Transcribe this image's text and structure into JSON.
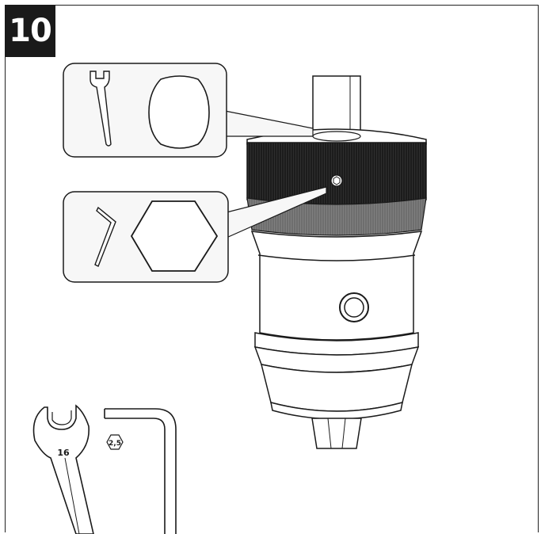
{
  "step": {
    "number": "10"
  },
  "tools": {
    "wrench_size": "16",
    "hex_key_size": "2,5"
  },
  "colors": {
    "line": "#1a1a1a",
    "knurl_dark": "#1c1c1c",
    "knurl_mid": "#6e6e6e",
    "callout_bg": "#f7f7f7"
  }
}
